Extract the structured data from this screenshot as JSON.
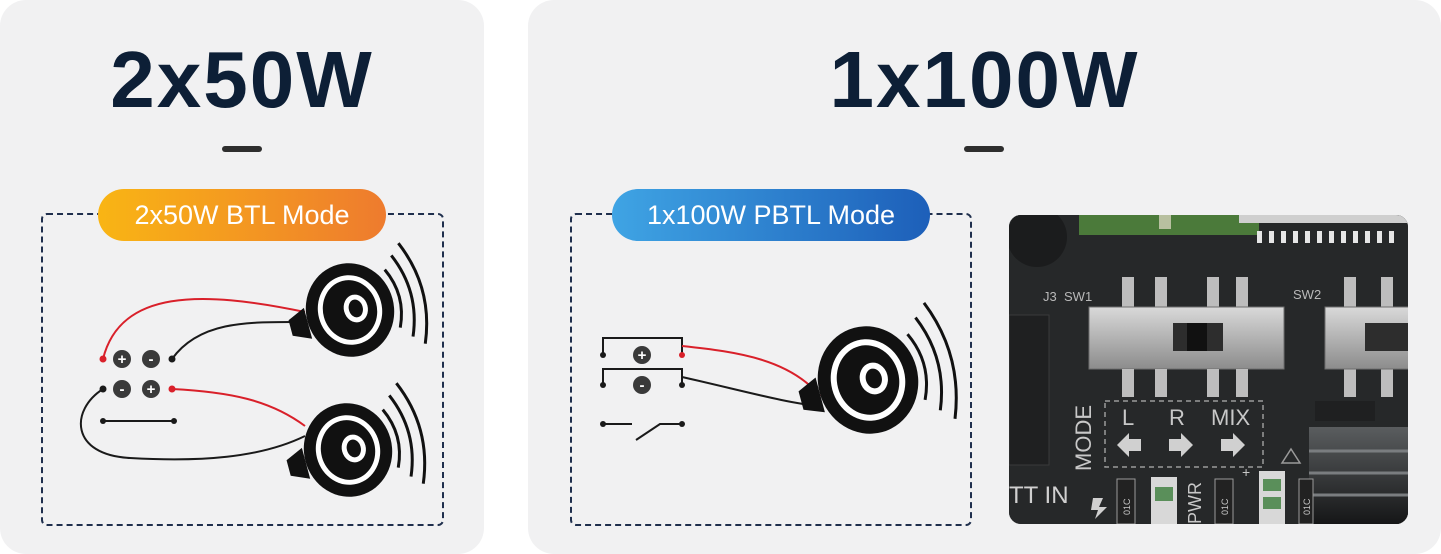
{
  "left_panel": {
    "title": "2x50W",
    "mode_label": "2x50W BTL Mode"
  },
  "right_panel": {
    "title": "1x100W",
    "mode_label": "1x100W PBTL Mode"
  },
  "board_photo": {
    "labels": {
      "j3": "J3",
      "sw1": "SW1",
      "sw2": "SW2",
      "mode": "MODE",
      "l": "L",
      "r": "R",
      "mix": "MIX",
      "pwr": "PWR",
      "tt_in": "TT IN",
      "cap1": "01C",
      "cap2": "01C",
      "cap3": "01C",
      "plus": "+"
    }
  },
  "colors": {
    "title": "#0d1f36",
    "left_pill_start": "#f9b514",
    "left_pill_end": "#ee7b2e",
    "right_pill_start": "#3fa4e4",
    "right_pill_end": "#1d5fb9",
    "wire_positive": "#d9202a",
    "wire_negative": "#1a1a1a"
  }
}
